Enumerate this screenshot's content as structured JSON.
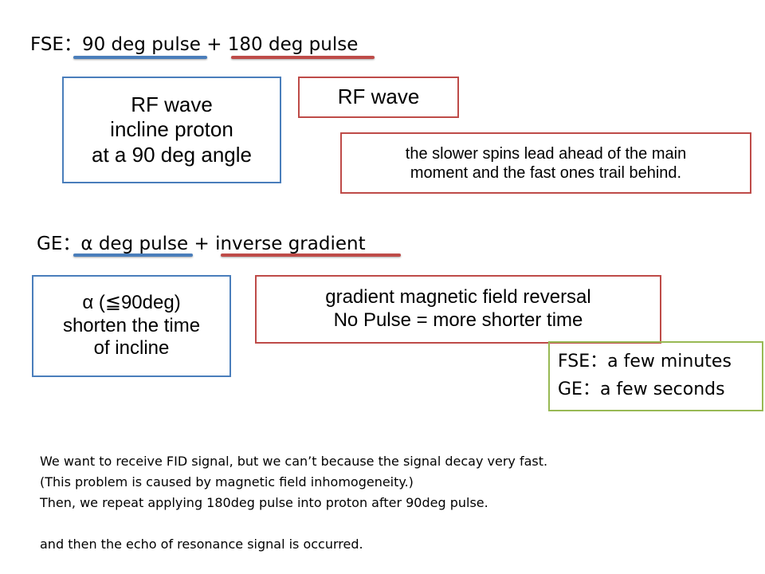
{
  "fse_heading": "FSE：90 deg pulse + 180 deg pulse",
  "ge_heading": "GE：α deg  pulse + inverse gradient",
  "colors": {
    "blue": "#4a7ebb",
    "red": "#be4b48",
    "green": "#98b954"
  },
  "fse_boxes": {
    "rf_wave_90": [
      "RF wave",
      "incline proton",
      "at a 90 deg angle"
    ],
    "rf_wave_180": "RF wave",
    "explanation": [
      "the slower spins lead ahead of the main",
      "moment and the fast ones trail behind."
    ]
  },
  "ge_boxes": {
    "alpha": [
      "α (≦90deg)",
      "shorten the time",
      "of incline"
    ],
    "gradient": [
      "gradient magnetic field reversal",
      "No Pulse = more shorter time"
    ]
  },
  "comparison": [
    "FSE：a few minutes",
    "GE：a few seconds"
  ],
  "notes": [
    "We want to receive FID signal, but we can’t because the signal decay very fast.",
    "(This problem is caused by magnetic field inhomogeneity.)",
    "Then, we repeat applying 180deg pulse into proton after 90deg pulse.",
    "",
    "and then the echo of resonance signal is occurred."
  ]
}
